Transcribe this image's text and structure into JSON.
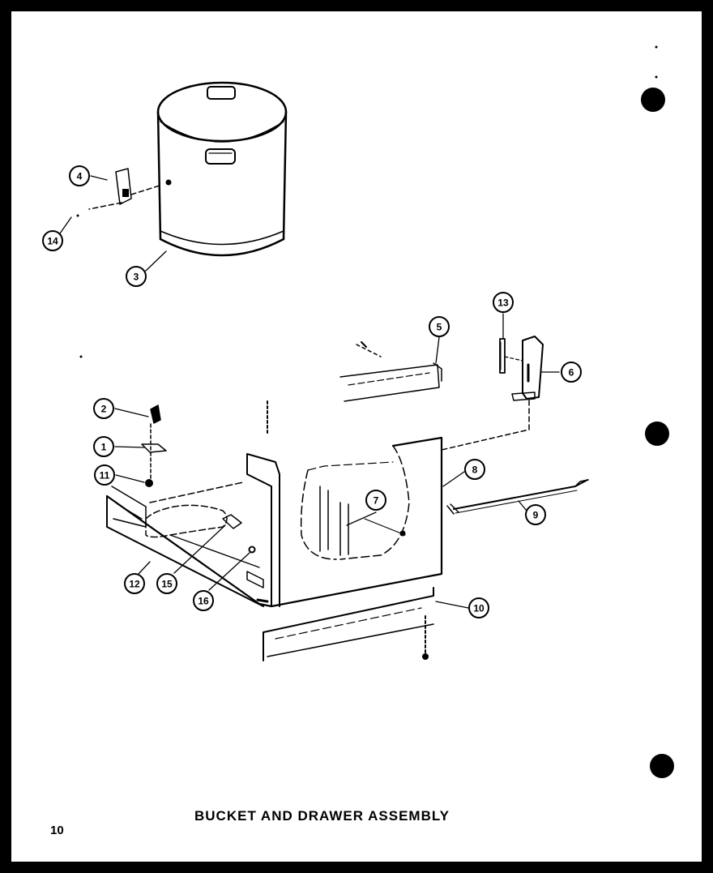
{
  "title": "BUCKET AND DRAWER ASSEMBLY",
  "page_number": "10",
  "callouts": [
    {
      "id": "1",
      "label": "1"
    },
    {
      "id": "2",
      "label": "2"
    },
    {
      "id": "3",
      "label": "3"
    },
    {
      "id": "4",
      "label": "4"
    },
    {
      "id": "5",
      "label": "5"
    },
    {
      "id": "6",
      "label": "6"
    },
    {
      "id": "7",
      "label": "7"
    },
    {
      "id": "8",
      "label": "8"
    },
    {
      "id": "9",
      "label": "9"
    },
    {
      "id": "10",
      "label": "10"
    },
    {
      "id": "11",
      "label": "11"
    },
    {
      "id": "12",
      "label": "12"
    },
    {
      "id": "13",
      "label": "13"
    },
    {
      "id": "14",
      "label": "14"
    },
    {
      "id": "15",
      "label": "15"
    },
    {
      "id": "16",
      "label": "16"
    }
  ],
  "colors": {
    "ink": "#000000",
    "paper": "#ffffff",
    "border": "#000000"
  }
}
